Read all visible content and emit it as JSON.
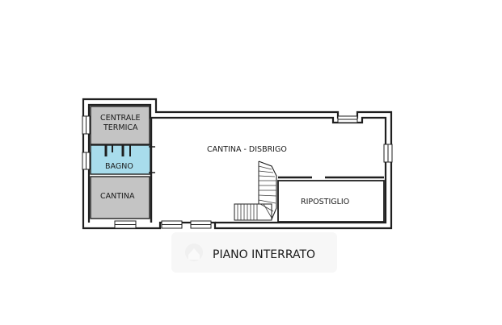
{
  "rooms": {
    "centrale_termica": {
      "line1": "CENTRALE",
      "line2": "TERMICA"
    },
    "bagno": {
      "label": "BAGNO"
    },
    "cantina": {
      "label": "CANTINA"
    },
    "cantina_disbrigo": {
      "label": "CANTINA - DISBRIGO"
    },
    "ripostiglio": {
      "label": "RIPOSTIGLIO"
    }
  },
  "plan": {
    "title": "PIANO INTERRATO"
  },
  "colors": {
    "wall": "#1f1f1f",
    "grey_room": "#c4c4c4",
    "bathroom": "#a8dcec",
    "background": "#ffffff",
    "watermark": "#eeeeee"
  }
}
